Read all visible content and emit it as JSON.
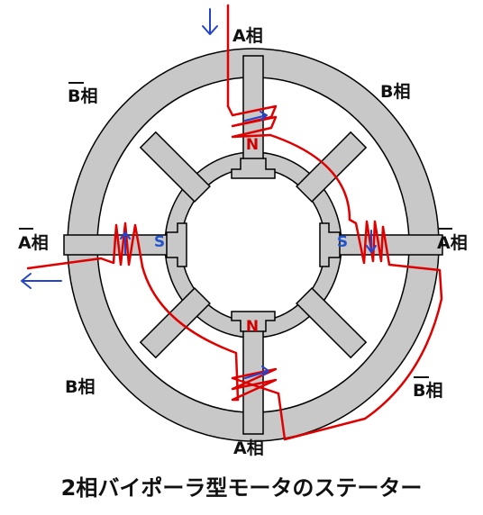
{
  "title": "2相バイポーラ型モータのステーター",
  "phase_labels": {
    "a_top": "A相",
    "a_bottom": "A相",
    "b_upper_right": "B相",
    "b_lower_left": "B相",
    "a_bar_right": "A相",
    "a_bar_left": "A相",
    "b_bar_upper_left": "B相",
    "b_bar_lower_right": "B相"
  },
  "pole_labels": {
    "top": "N",
    "bottom": "N",
    "left": "S",
    "right": "S"
  },
  "colors": {
    "stator": "#c8c8c8",
    "outline": "#000000",
    "wire": "#e00000",
    "pole_n": "#d00000",
    "pole_s": "#2255cc",
    "arrow": "#2244cc"
  }
}
